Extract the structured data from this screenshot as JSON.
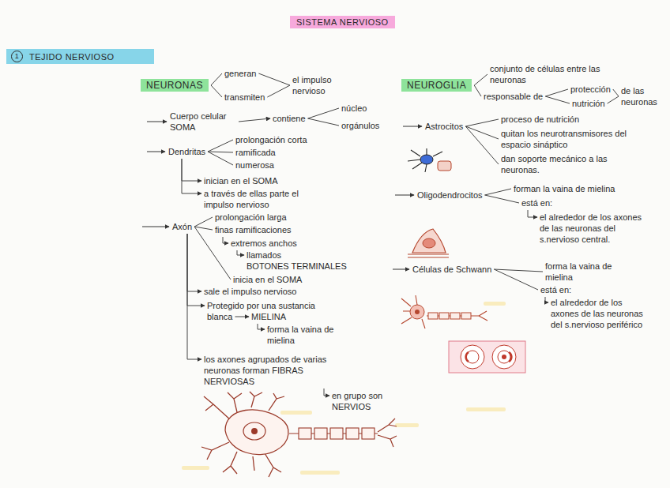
{
  "diagram": {
    "title": "SISTEMA NERVIOSO",
    "nodes": [
      {
        "text": [
          "1",
          "TEJIDO NERVIOSO"
        ]
      },
      {
        "text": [
          "NEURONAS"
        ]
      },
      {
        "text": [
          "generan"
        ]
      },
      {
        "text": [
          "transmiten"
        ]
      },
      {
        "text": [
          "el impulso nervioso"
        ]
      },
      {
        "text": [
          "Cuerpo celular SOMA"
        ]
      },
      {
        "text": [
          "contiene"
        ]
      },
      {
        "text": [
          "núcleo"
        ]
      },
      {
        "text": [
          "orgánulos"
        ]
      },
      {
        "text": [
          "Dendritas"
        ]
      },
      {
        "text": [
          "prolongación corta"
        ]
      },
      {
        "text": [
          "ramificada"
        ]
      },
      {
        "text": [
          "numerosa"
        ]
      },
      {
        "text": [
          "inician en el SOMA"
        ]
      },
      {
        "text": [
          "a través de ellas parte el impulso nervioso"
        ]
      },
      {
        "text": [
          "Axón"
        ]
      },
      {
        "text": [
          "prolongación larga"
        ]
      },
      {
        "text": [
          "finas ramificaciones"
        ]
      },
      {
        "text": [
          "extremos anchos"
        ]
      },
      {
        "text": [
          "llamados",
          "BOTONES TERMINALES"
        ]
      },
      {
        "text": [
          "inicia en el SOMA"
        ]
      },
      {
        "text": [
          "sale el impulso nervioso"
        ]
      },
      {
        "text": [
          "Protegido por una sustancia blanca"
        ]
      },
      {
        "text": [
          "MIELINA"
        ]
      },
      {
        "text": [
          "forma la vaina de mielina"
        ]
      },
      {
        "text": [
          "los axones agrupados de varias neuronas forman FIBRAS NERVIOSAS"
        ]
      },
      {
        "text": [
          "en grupo son NERVIOS"
        ]
      },
      {
        "text": [
          "NEUROGLIA"
        ]
      },
      {
        "text": [
          "conjunto de células entre las neuronas"
        ]
      },
      {
        "text": [
          "responsable de"
        ]
      },
      {
        "text": [
          "protección"
        ]
      },
      {
        "text": [
          "nutrición"
        ]
      },
      {
        "text": [
          "de las neuronas"
        ]
      },
      {
        "text": [
          "Astrocitos"
        ]
      },
      {
        "text": [
          "proceso de nutrición"
        ]
      },
      {
        "text": [
          "quitan los neurotransmisores del espacio sináptico"
        ]
      },
      {
        "text": [
          "dan soporte mecánico a las neuronas."
        ]
      },
      {
        "text": [
          "Oligodendrocitos"
        ]
      },
      {
        "text": [
          "forman la vaina de mielina"
        ]
      },
      {
        "text": [
          "está en:"
        ]
      },
      {
        "text": [
          "el alrededor de los axones de las neuronas del s.nervioso central."
        ]
      },
      {
        "text": [
          "Células de Schwann"
        ]
      },
      {
        "text": [
          "forma la vaina de mielina"
        ]
      },
      {
        "text": [
          "está en:"
        ]
      },
      {
        "text": [
          "el alrededor de los axones de las neuronas del s.nervioso periférico"
        ]
      }
    ],
    "edges": [
      {
        "from": 1,
        "to": 2,
        "arrow": "none"
      },
      {
        "from": 1,
        "to": 3,
        "arrow": "none"
      },
      {
        "from": 2,
        "to": 4,
        "arrow": "none"
      },
      {
        "from": 3,
        "to": 4,
        "arrow": "none"
      },
      {
        "from": 5,
        "to": 6,
        "arrow": "to"
      },
      {
        "from": 6,
        "to": 7,
        "arrow": "none"
      },
      {
        "from": 6,
        "to": 8,
        "arrow": "none"
      },
      {
        "from": 9,
        "to": 10,
        "arrow": "none"
      },
      {
        "from": 9,
        "to": 11,
        "arrow": "none"
      },
      {
        "from": 9,
        "to": 12,
        "arrow": "none"
      },
      {
        "from": 9,
        "to": 13,
        "arrow": "to"
      },
      {
        "from": 9,
        "to": 14,
        "arrow": "to"
      },
      {
        "from": 15,
        "to": 16,
        "arrow": "none"
      },
      {
        "from": 15,
        "to": 17,
        "arrow": "none"
      },
      {
        "from": 17,
        "to": 18,
        "arrow": "to"
      },
      {
        "from": 18,
        "to": 19,
        "arrow": "to"
      },
      {
        "from": 15,
        "to": 20,
        "arrow": "none"
      },
      {
        "from": 15,
        "to": 21,
        "arrow": "to"
      },
      {
        "from": 15,
        "to": 22,
        "arrow": "to"
      },
      {
        "from": 22,
        "to": 23,
        "arrow": "to"
      },
      {
        "from": 23,
        "to": 24,
        "arrow": "to"
      },
      {
        "from": 15,
        "to": 25,
        "arrow": "to"
      },
      {
        "from": 25,
        "to": 26,
        "arrow": "to"
      },
      {
        "from": 27,
        "to": 28,
        "arrow": "none"
      },
      {
        "from": 27,
        "to": 29,
        "arrow": "none"
      },
      {
        "from": 29,
        "to": 30,
        "arrow": "none"
      },
      {
        "from": 29,
        "to": 31,
        "arrow": "none"
      },
      {
        "from": 30,
        "to": 32,
        "arrow": "none"
      },
      {
        "from": 31,
        "to": 32,
        "arrow": "none"
      },
      {
        "from": 33,
        "to": 34,
        "arrow": "none"
      },
      {
        "from": 33,
        "to": 35,
        "arrow": "none"
      },
      {
        "from": 33,
        "to": 36,
        "arrow": "none"
      },
      {
        "from": 37,
        "to": 38,
        "arrow": "none"
      },
      {
        "from": 37,
        "to": 39,
        "arrow": "none"
      },
      {
        "from": 39,
        "to": 40,
        "arrow": "to"
      },
      {
        "from": 41,
        "to": 42,
        "arrow": "none"
      },
      {
        "from": 41,
        "to": 43,
        "arrow": "none"
      },
      {
        "from": 43,
        "to": 44,
        "arrow": "to"
      }
    ]
  }
}
